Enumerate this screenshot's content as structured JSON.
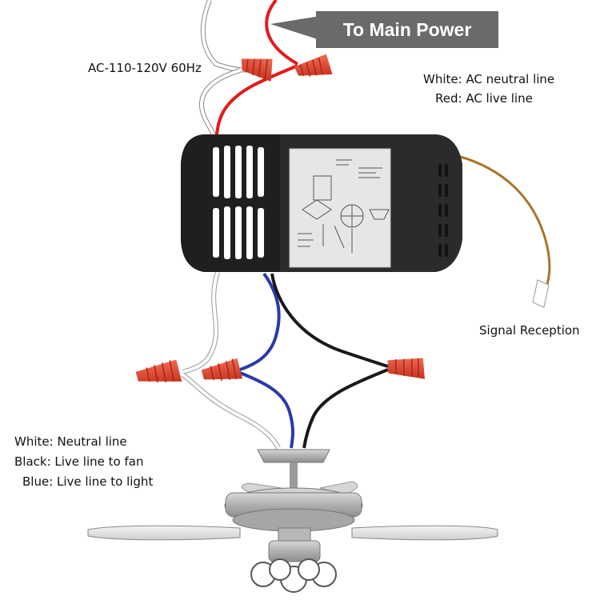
{
  "power_tag": "To Main Power",
  "supply_label": "AC-110-120V 60Hz",
  "input_legend": {
    "white": "White: AC neutral line",
    "red": "Red: AC live line"
  },
  "signal_label": "Signal Reception",
  "output_legend": {
    "white": "White: Neutral line",
    "black": "Black: Live line to fan",
    "blue": "Blue: Live line to light"
  },
  "colors": {
    "red_wire": "#e11b1b",
    "blue_wire": "#2a3aa8",
    "black_wire": "#1a1a1a",
    "white_wire": "#ffffff",
    "antenna_wire": "#a8742a",
    "wire_nut": "#e0412c",
    "receiver_body": "#2b2b2b",
    "tag_background": "#6a6a6a"
  }
}
